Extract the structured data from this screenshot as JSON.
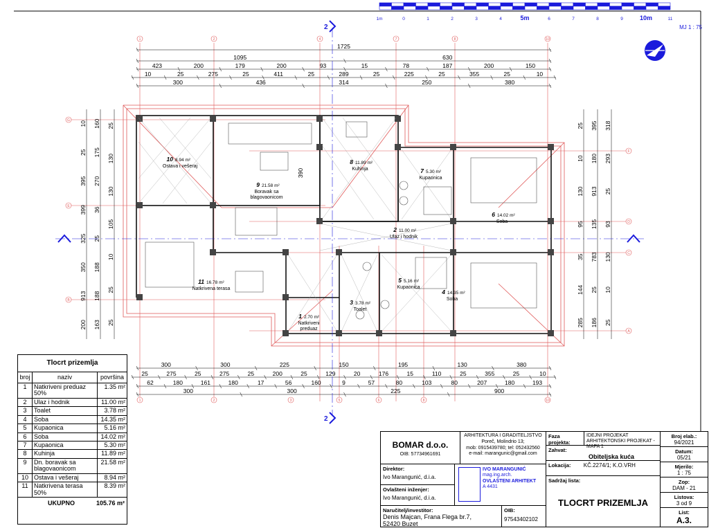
{
  "scale_bar": {
    "labels": [
      {
        "t": "1m",
        "b": false
      },
      {
        "t": "0",
        "b": false
      },
      {
        "t": "1",
        "b": false
      },
      {
        "t": "2",
        "b": false
      },
      {
        "t": "3",
        "b": false
      },
      {
        "t": "4",
        "b": false
      },
      {
        "t": "5m",
        "b": true
      },
      {
        "t": "6",
        "b": false
      },
      {
        "t": "7",
        "b": false
      },
      {
        "t": "8",
        "b": false
      },
      {
        "t": "9",
        "b": false
      },
      {
        "t": "10m",
        "b": true
      },
      {
        "t": "11",
        "b": false
      }
    ],
    "scale_text": "MJ 1 : 75"
  },
  "axes": {
    "top": [
      "1",
      "2",
      "4",
      "7",
      "8",
      "10"
    ],
    "bottom": [
      "1",
      "2",
      "3",
      "5",
      "6",
      "8",
      "10"
    ],
    "left": [
      "G",
      "E",
      "B"
    ],
    "right": [
      "F",
      "D",
      "C",
      "A"
    ]
  },
  "section_marks": [
    "2",
    "2"
  ],
  "dims_top": {
    "row1": [
      "1725"
    ],
    "row2": [
      "1095",
      "630"
    ],
    "row3": [
      "423",
      "200",
      "179",
      "200",
      "93",
      "15",
      "78",
      "187",
      "200",
      "150"
    ],
    "row4": [
      "10",
      "25",
      "275",
      "25",
      "411",
      "25",
      "289",
      "25",
      "225",
      "25",
      "355",
      "25",
      "10"
    ],
    "row5": [
      "300",
      "436",
      "314",
      "250",
      "380"
    ]
  },
  "dims_bottom": {
    "row1": [
      "300",
      "300",
      "225",
      "150",
      "195",
      "130",
      "380"
    ],
    "row2": [
      "25",
      "275",
      "25",
      "275",
      "25",
      "200",
      "25",
      "129",
      "20",
      "176",
      "15",
      "110",
      "25",
      "355",
      "25",
      "10"
    ],
    "row3": [
      "62",
      "180",
      "161",
      "180",
      "17",
      "56",
      "160",
      "9",
      "57",
      "80",
      "103",
      "80",
      "207",
      "180",
      "193"
    ],
    "row4": [
      "300",
      "300",
      "225",
      "900"
    ]
  },
  "dims_left": [
    "10",
    "25",
    "395",
    "399",
    "325",
    "350",
    "913",
    "200",
    "160",
    "175",
    "270",
    "36",
    "25",
    "188",
    "188",
    "163",
    "25",
    "130",
    "130",
    "105",
    "10",
    "25",
    "25"
  ],
  "dims_right": [
    "25",
    "10",
    "130",
    "95",
    "35",
    "144",
    "285",
    "395",
    "180",
    "913",
    "135",
    "783",
    "25",
    "186",
    "318",
    "293",
    "25",
    "93",
    "130",
    "10",
    "25"
  ],
  "rooms": [
    {
      "no": "1",
      "area": "2.70 m²",
      "name": "Natkriveni\npreduaz"
    },
    {
      "no": "2",
      "area": "11.00 m²",
      "name": "Ulaz i hodnik"
    },
    {
      "no": "3",
      "area": "3.78 m²",
      "name": "Toalet"
    },
    {
      "no": "4",
      "area": "14.35 m²",
      "name": "Soba"
    },
    {
      "no": "5",
      "area": "5.16 m²",
      "name": "Kupaonica"
    },
    {
      "no": "6",
      "area": "14.02 m²",
      "name": "Soba"
    },
    {
      "no": "7",
      "area": "5.30 m²",
      "name": "Kupaonica"
    },
    {
      "no": "8",
      "area": "11.89 m²",
      "name": "Kuhinja"
    },
    {
      "no": "9",
      "area": "21.58 m²",
      "name": "Boravak sa\nblagovaonicom"
    },
    {
      "no": "10",
      "area": "8.94 m²",
      "name": "Ostava i vešeraj"
    },
    {
      "no": "11",
      "area": "16.78 m²",
      "name": "Natkrivena terasa"
    }
  ],
  "kitchen_dim": "390",
  "schedule": {
    "title": "Tlocrt prizemlja",
    "headers": [
      "broj",
      "naziv",
      "površina"
    ],
    "rows": [
      {
        "n": "1",
        "name": "Natkriveni preduaz 50%",
        "area": "1.35 m²"
      },
      {
        "n": "2",
        "name": "Ulaz i hodnik",
        "area": "11.00 m²"
      },
      {
        "n": "3",
        "name": "Toalet",
        "area": "3.78 m²"
      },
      {
        "n": "4",
        "name": "Soba",
        "area": "14.35 m²"
      },
      {
        "n": "5",
        "name": "Kupaonica",
        "area": "5.16 m²"
      },
      {
        "n": "6",
        "name": "Soba",
        "area": "14.02 m²"
      },
      {
        "n": "7",
        "name": "Kupaonica",
        "area": "5.30 m²"
      },
      {
        "n": "8",
        "name": "Kuhinja",
        "area": "11.89 m²"
      },
      {
        "n": "9",
        "name": "Dn. boravak sa blagovaonicom",
        "area": "21.58 m²"
      },
      {
        "n": "10",
        "name": "Ostava i vešeraj",
        "area": "8.94 m²"
      },
      {
        "n": "11",
        "name": "Natkrivena terasa 50%",
        "area": "8.39 m²"
      }
    ],
    "total_label": "UKUPNO",
    "total_value": "105.76 m²"
  },
  "title_block": {
    "company": "BOMAR d.o.o.",
    "company_oib": "OIB: 57734961691",
    "firm_line1": "ARHITEKTURA I GRADITELJSTVO",
    "firm_line2": "Poreč, Molindrio 13;",
    "firm_line3": "mob: 0915439780; tel: 052432560",
    "firm_line4": "e-mail: marangunic@gmail.com",
    "director_label": "Direktor:",
    "director": "Ivo Marangunić, d.i.a.",
    "engineer_label": "Ovlašteni inženjer:",
    "engineer": "Ivo Marangunić, d.i.a.",
    "stamp_line1": "IVO MARANGUNIĆ",
    "stamp_line2": "mag.ing.arch.",
    "stamp_line3": "OVLAŠTENI ARHITEKT",
    "stamp_line4": "A 4431",
    "client_label": "Naručitelj/investitor:",
    "client_line1": "Denis Majcan, Frana Flega br.7,",
    "client_line2": "52420 Buzet",
    "oib_label": "OIB:",
    "oib_value": "97543402102",
    "phase_label": "Faza projekta:",
    "phase_line1": "IDEJNI PROJEKAT",
    "phase_line2": "ARHITEKTONSKI PROJEKAT - MAPA 1",
    "zahvat_label": "Zahvat:",
    "zahvat": "Obiteljska kuća",
    "lok_label": "Lokacija:",
    "lokacija": "KČ.2274/1; K.O.VRH",
    "sadrzaj_label": "Sadržaj lista:",
    "sadrzaj": "TLOCRT PRIZEMLJA",
    "broj_label": "Broj elab.:",
    "broj_val": "94/2021",
    "datum_label": "Datum:",
    "datum_val": "05/21",
    "mjerilo_label": "Mjerilo:",
    "mjerilo_val": "1 : 75",
    "zop_label": "Zop:",
    "zop_val": "DAM - 21",
    "listova_label": "Listova:",
    "listova_val": "3 od 9",
    "list_label": "List:",
    "list_val": "A.3."
  },
  "colors": {
    "blue": "#1a1adc",
    "red": "#e05a5a",
    "wall": "#111111"
  }
}
